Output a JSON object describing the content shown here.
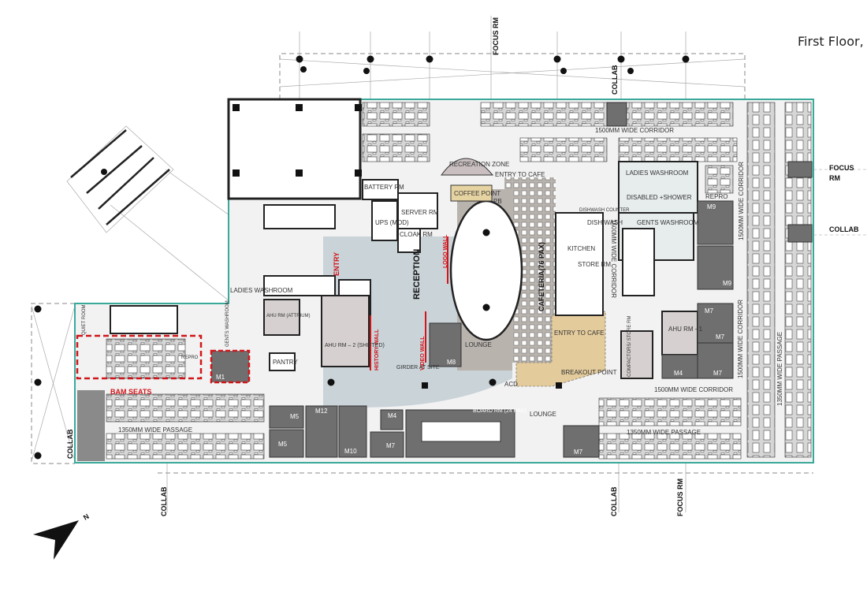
{
  "title": "First Floor, W",
  "colors": {
    "wall": "#222222",
    "desk_zone": "#d4d4d4",
    "meeting_room": "#6f6f6f",
    "reception": "#c9d3d8",
    "cafeteria": "#b9b3ae",
    "breakout": "#e3cb9c",
    "coffee_point": "#e6d3a2",
    "bam_outline": "#d0161b",
    "facade": "#3aa99a"
  },
  "north_arrow": {
    "letter": "N",
    "icon": "north-arrow-icon"
  },
  "external_labels": {
    "focus_rm_top": "FOCUS RM",
    "collab_top": "COLLAB",
    "focus_rm_right_1": "FOCUS",
    "focus_rm_right_2": "RM",
    "collab_right": "COLLAB",
    "collab_left": "COLLAB",
    "collab_bottom_1": "COLLAB",
    "collab_bottom_2": "COLLAB",
    "focus_rm_bottom": "FOCUS RM"
  },
  "rooms": {
    "battery_rm": "BATTERY RM",
    "ups": "UPS (MOD)",
    "server_rm": "SERVER RM",
    "cloak_rm": "CLOAK RM",
    "recreation_zone": "RECREATION ZONE",
    "entry_to_cafe_top": "ENTRY TO CAFE",
    "coffee_point": "COFFEE POINT",
    "pb": "PB",
    "entry": "ENTRY",
    "reception": "RECEPTION",
    "logo_wall": "LOGO WALL",
    "history_wall": "HISTORY WALL",
    "video_wall": "VIDEO WALL",
    "cafeteria": "CAFETERIA(76 PAX)",
    "dishwash_counter": "DISHWASH COUNTER",
    "dish_wash": "DISH WASH",
    "kitchen": "KITCHEN",
    "store_rm": "STORE RM",
    "entry_to_cafe": "ENTRY TO CAFE",
    "breakout_point": "BREAKOUT POINT",
    "ladies_washroom": "LADIES WASHROOM",
    "dis_shower": "DISABLED +SHOWER",
    "gents_washroom": "GENTS WASHROOM",
    "repro_right": "REPRO",
    "ahu_rm_1": "AHU RM - 1",
    "compactors": "COMPACTORS/ STORE RM",
    "ahu_rm_2": "AHU RM – 2 (SHIFTED)",
    "ahu_atrium": "AHU RM (ATTRIUM)",
    "ladies_washroom_left": "LADIES WASHROOM",
    "gents_washroom_left": "GENTS WASHROOM",
    "pantry": "PANTRY",
    "quiet_room": "QUIET ROOM",
    "bam_seats": "BAM SEATS",
    "repro_left": "REPRO",
    "girder": "GIRDER AT SITE",
    "lounge_1": "LOUNGE",
    "lounge_2": "LOUNGE",
    "board_rm": "BOARD RM (24 PAX)",
    "acd": "ACD"
  },
  "meeting_rooms": [
    "M8",
    "M4",
    "M7",
    "M12",
    "M10",
    "M5",
    "M5",
    "M4",
    "M7",
    "M7",
    "M7",
    "M9",
    "M9",
    "M1",
    "M7"
  ],
  "corridors": {
    "c1500_top": "1500MM WIDE CORRIDOR",
    "c1500_v1": "1500MM WIDE CORRIDOR",
    "c1500_v2": "1500MM WIDE CORRIDOR",
    "c1500_right": "1500MM WIDE CORRIDOR",
    "c1500_bottom": "1500MM WIDE CORRIDOR",
    "p1350_left": "1350MM WIDE PASSAGE",
    "p1350_mid": "1350MM WIDE PASSAGE",
    "p1350_right": "1350MM WIDE PASSAGE"
  }
}
